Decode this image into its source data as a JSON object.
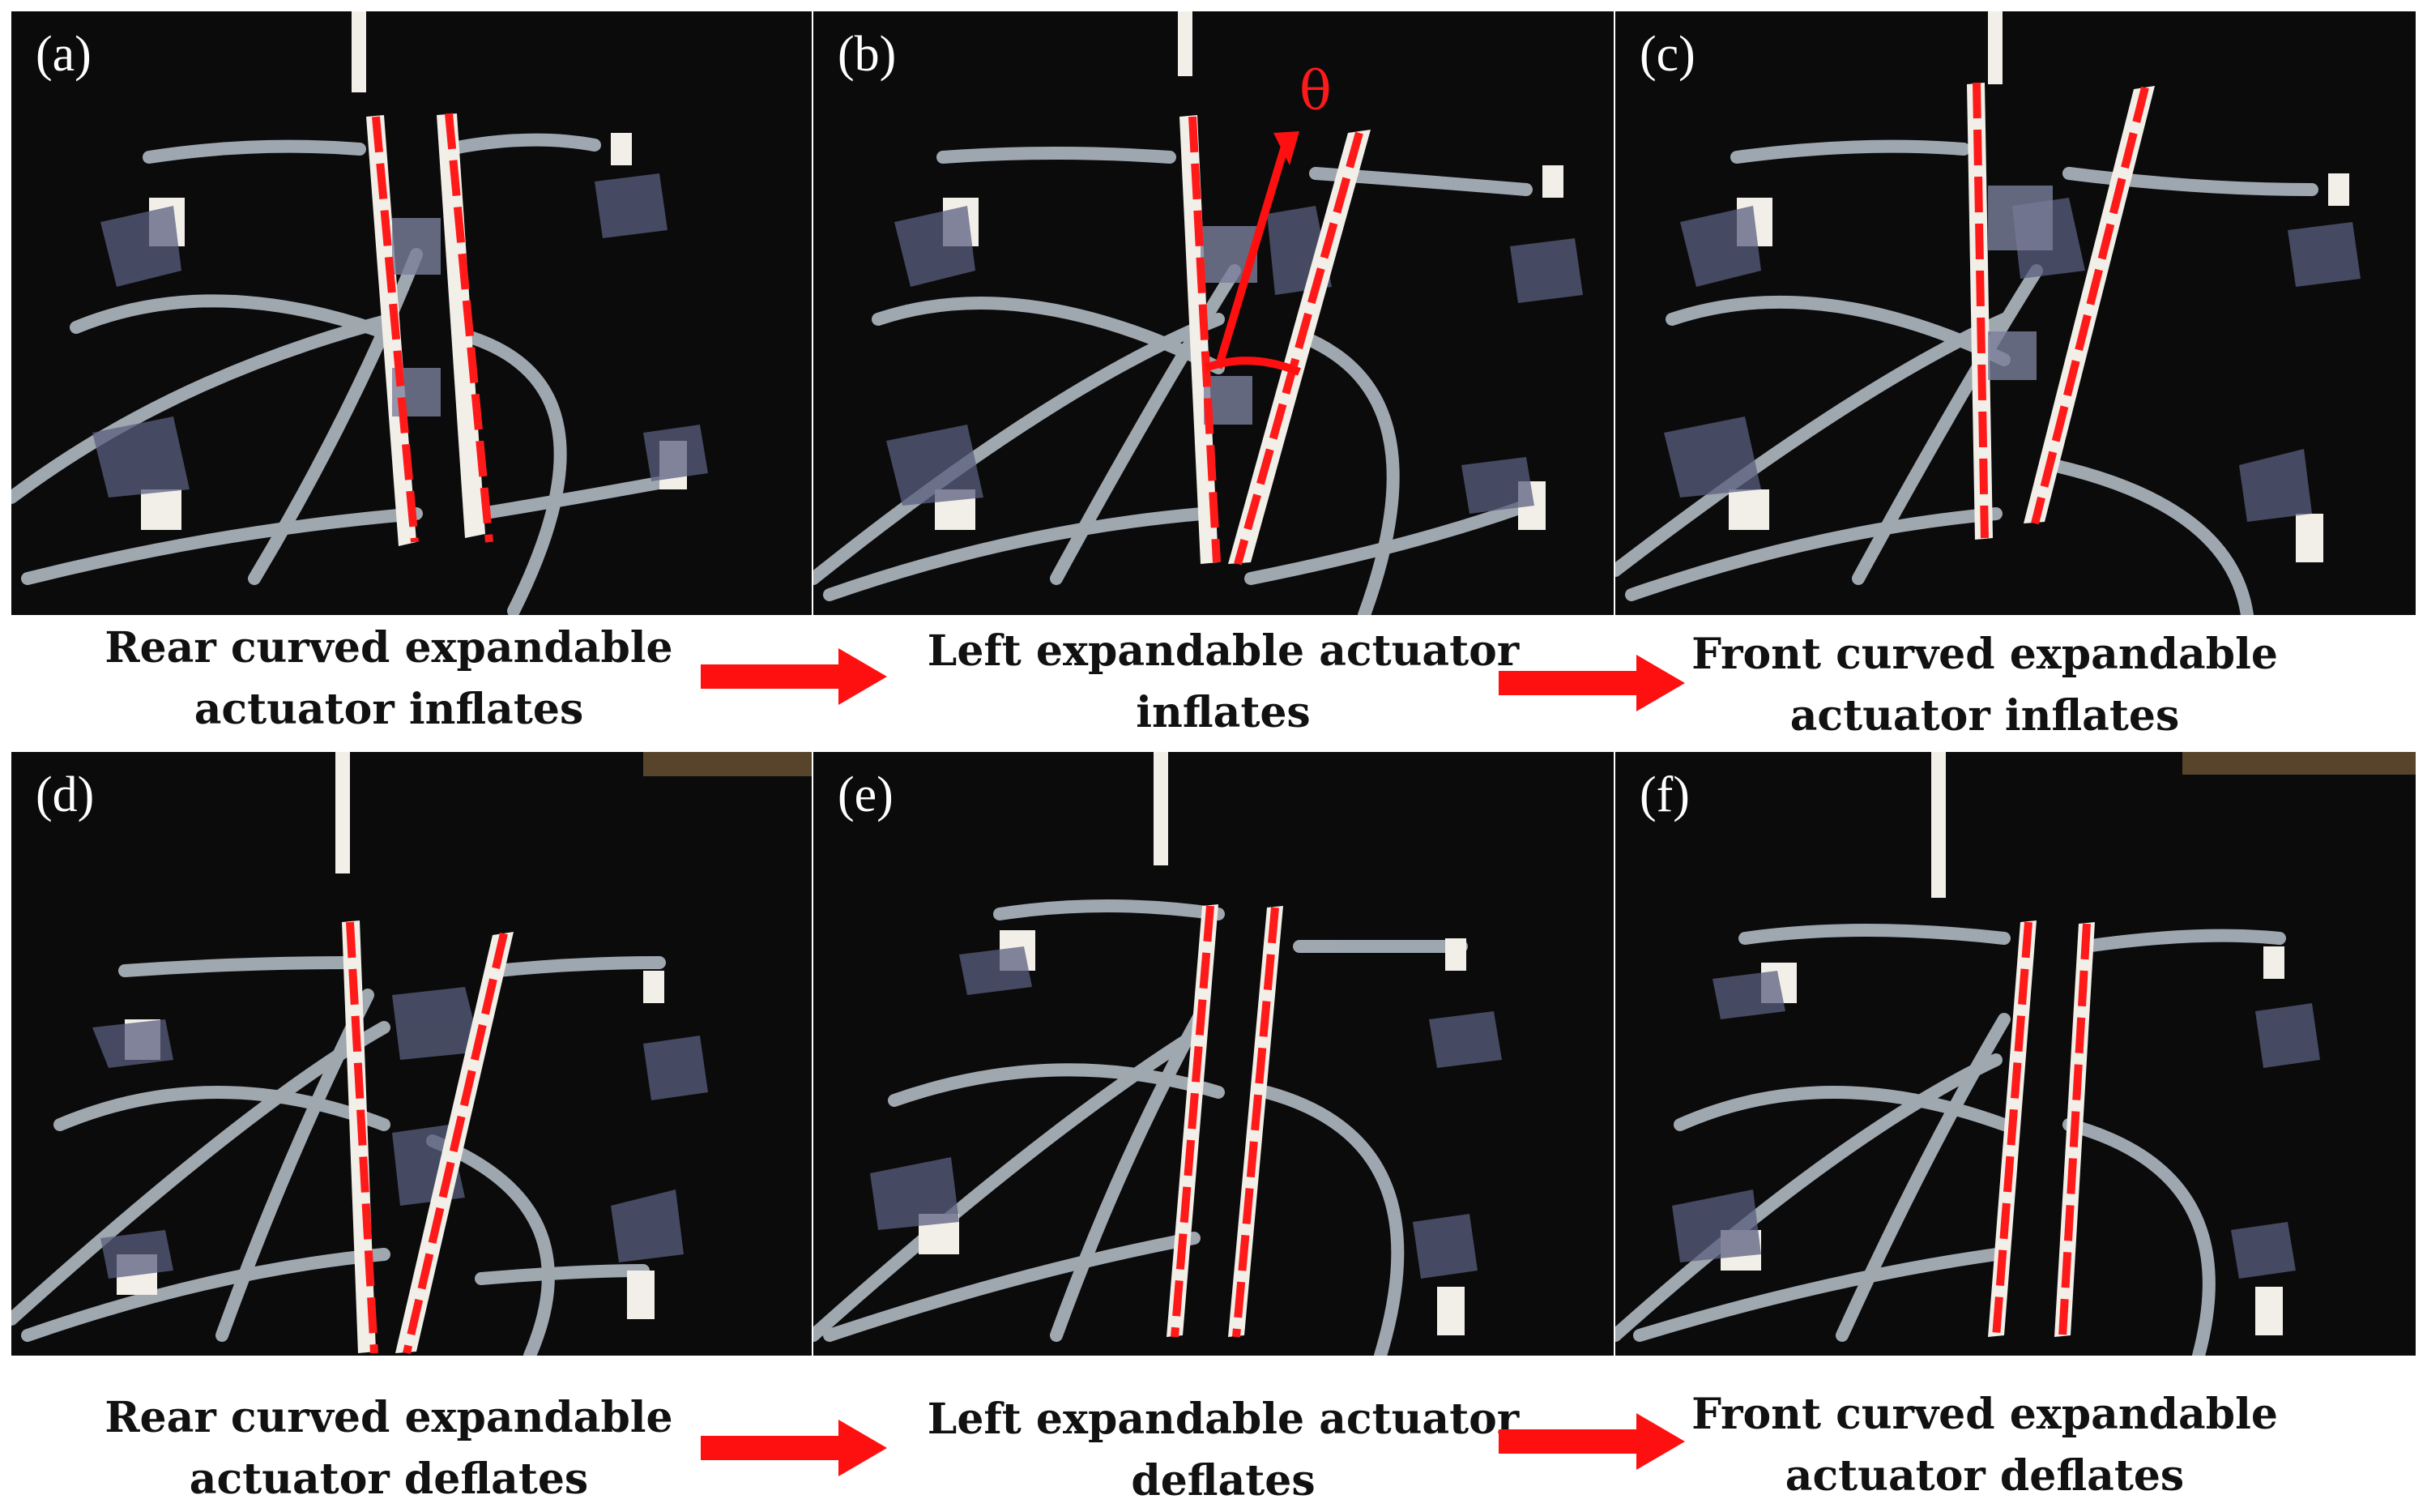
{
  "panels": [
    {
      "id": "a",
      "label": "(a)"
    },
    {
      "id": "b",
      "label": "(b)"
    },
    {
      "id": "c",
      "label": "(c)"
    },
    {
      "id": "d",
      "label": "(d)"
    },
    {
      "id": "e",
      "label": "(e)"
    },
    {
      "id": "f",
      "label": "(f)"
    }
  ],
  "angle_symbol": "θ",
  "captions": {
    "top": [
      {
        "line1": "Rear curved expandable",
        "line2": "actuator inflates"
      },
      {
        "line1": "Left expandable actuator",
        "line2": "inflates"
      },
      {
        "line1": "Front curved expandable",
        "line2": "actuator inflates"
      }
    ],
    "bottom": [
      {
        "line1": "Rear curved expandable",
        "line2": "actuator deflates"
      },
      {
        "line1": "Left expandable actuator",
        "line2": "deflates"
      },
      {
        "line1": "Front curved expandable",
        "line2": "actuator deflates"
      }
    ]
  },
  "colors": {
    "panel_background": "#0b0b0c",
    "guide_line": "#ff1a1a",
    "arrow": "#ff1010",
    "tube": "#b9c3cc",
    "plate": "#f2efe9"
  }
}
